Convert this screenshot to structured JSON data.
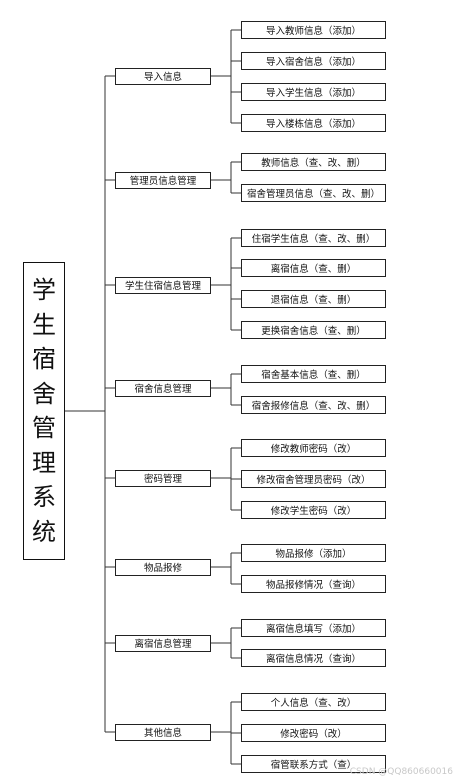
{
  "root": {
    "chars": [
      "学",
      "生",
      "宿",
      "舍",
      "管",
      "理",
      "系",
      "统"
    ]
  },
  "categories": [
    {
      "label": "导入信息",
      "leaves": [
        "导入教师信息（添加）",
        "导入宿舍信息（添加）",
        "导入学生信息（添加）",
        "导入楼栋信息（添加）"
      ]
    },
    {
      "label": "管理员信息管理",
      "leaves": [
        "教师信息（查、改、删）",
        "宿舍管理员信息（查、改、删）"
      ]
    },
    {
      "label": "学生住宿信息管理",
      "leaves": [
        "住宿学生信息（查、改、删）",
        "离宿信息（查、删）",
        "退宿信息（查、删）",
        "更换宿舍信息（查、删）"
      ]
    },
    {
      "label": "宿舍信息管理",
      "leaves": [
        "宿舍基本信息（查、删）",
        "宿舍报修信息（查、改、删）"
      ]
    },
    {
      "label": "密码管理",
      "leaves": [
        "修改教师密码（改）",
        "修改宿舍管理员密码（改）",
        "修改学生密码（改）"
      ]
    },
    {
      "label": "物品报修",
      "leaves": [
        "物品报修（添加）",
        "物品报修情况（查询）"
      ]
    },
    {
      "label": "离宿信息管理",
      "leaves": [
        "离宿信息填写（添加）",
        "离宿信息情况（查询）"
      ]
    },
    {
      "label": "其他信息",
      "leaves": [
        "个人信息（查、改）",
        "修改密码（改）",
        "宿管联系方式（查）"
      ]
    }
  ],
  "watermark": "CSDN @QQ860660016"
}
